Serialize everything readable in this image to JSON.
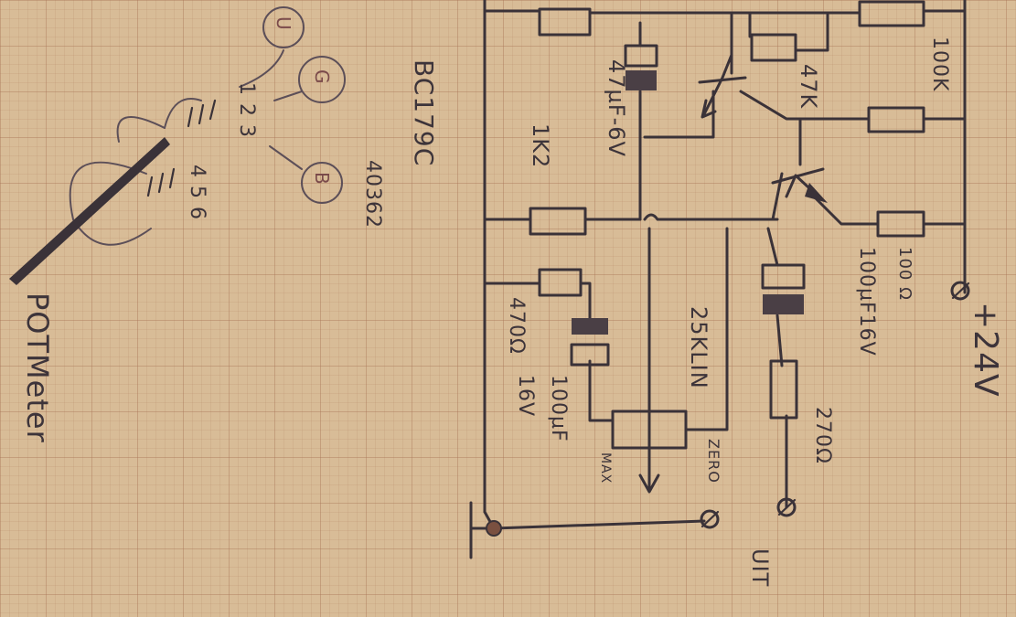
{
  "labels": {
    "r_100k": "100K",
    "r_47k": "47K",
    "c_47uf": "47µF-6V",
    "r_1k2": "1K2",
    "r_100ohm": "100 Ω",
    "c_100uf_16v_top": "100µF16V",
    "supply": "+24V",
    "r_470": "470Ω",
    "c_100uf_16v_bottom": "100µF\n16V",
    "pot_25k": "25KLIN",
    "pot_max": "MAX",
    "pot_zero": "ZERO",
    "r_270": "270Ω",
    "out": "UIT",
    "transistor_type": "BC179C",
    "transistor_code": "40362",
    "pin_row_a": "1 2 3",
    "pin_row_b": "4 5 6",
    "potmeter": "POTMeter",
    "pin_u": "U",
    "pin_g": "G",
    "pin_b": "B"
  },
  "colors": {
    "paper": "#d8bc97",
    "ink": "#3a3238",
    "grid": "#aa785a"
  }
}
